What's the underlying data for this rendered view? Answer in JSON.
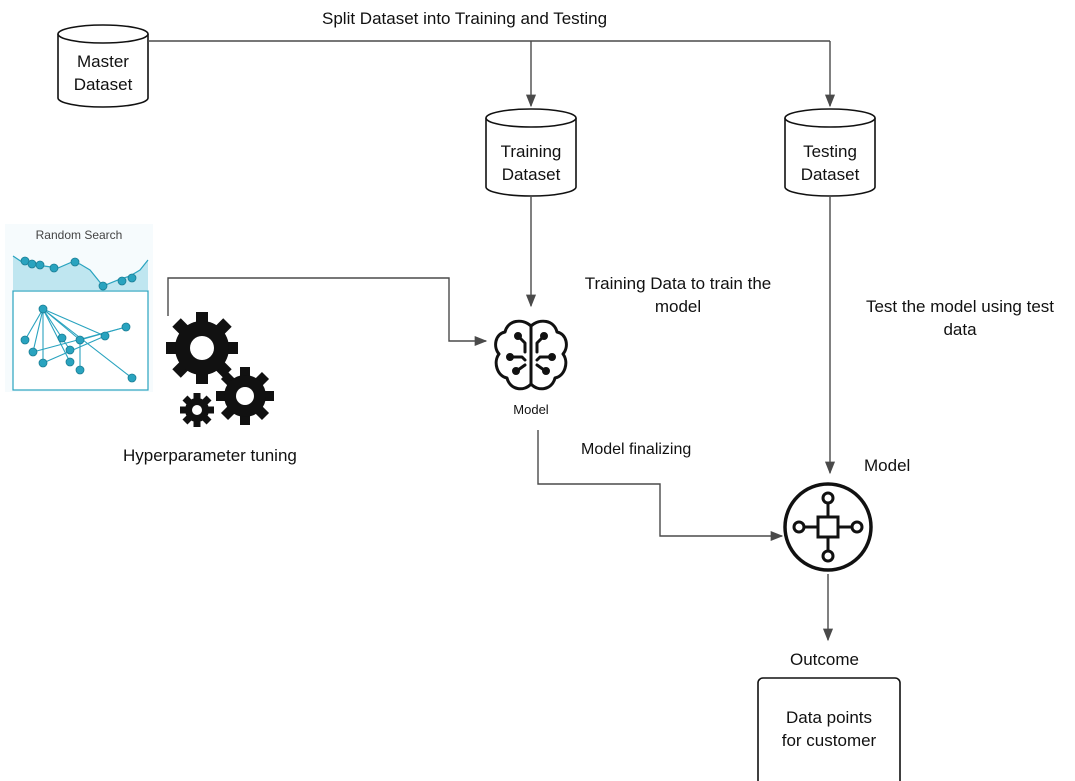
{
  "split_label": "Split Dataset into Training and Testing",
  "master": {
    "line1": "Master",
    "line2": "Dataset"
  },
  "training": {
    "line1": "Training",
    "line2": "Dataset"
  },
  "testing": {
    "line1": "Testing",
    "line2": "Dataset"
  },
  "train_label": {
    "line1": "Training Data to train the",
    "line2": "model"
  },
  "test_label": {
    "line1": "Test the model using test",
    "line2": "data"
  },
  "model_caption": "Model",
  "hyper_label": "Hyperparameter tuning",
  "random_search_title": "Random Search",
  "finalizing_label": "Model finalizing",
  "final_model_label": "Model",
  "outcome_label": "Outcome",
  "customer": {
    "line1": "Data points",
    "line2": "for customer"
  },
  "colors": {
    "line": "#4a4a4a",
    "teal": "#29a3bf",
    "teal_light": "#bfe6f0",
    "dark": "#111111"
  }
}
